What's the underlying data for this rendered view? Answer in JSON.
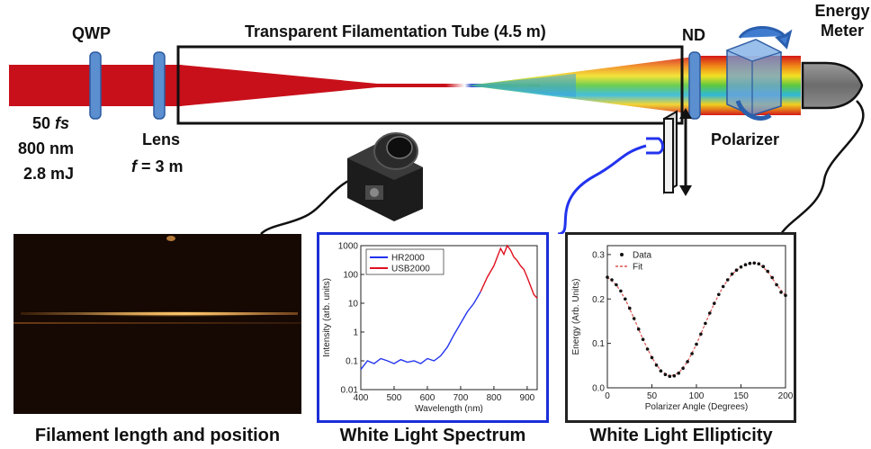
{
  "labels": {
    "qwp": "QWP",
    "tube": "Transparent Filamentation Tube (4.5 m)",
    "nd": "ND",
    "energy_meter_line1": "Energy",
    "energy_meter_line2": "Meter",
    "pulse_duration_value": "50 ",
    "pulse_duration_unit": "fs",
    "wavelength": "800 nm",
    "energy": "2.8 mJ",
    "lens": "Lens",
    "focal_f": "f",
    "focal_rest": " = 3 m",
    "polarizer": "Polarizer"
  },
  "captions": {
    "filament": "Filament length and position",
    "spectrum": "White Light Spectrum",
    "ellipticity": "White Light Ellipticity"
  },
  "colors": {
    "beam_red": "#c8101a",
    "spectrum_frame": "#1a2ed8",
    "hr2000": "#2233ee",
    "usb2000": "#e01020",
    "fit": "#e05050",
    "optic_blue": "#5b8fd0"
  },
  "spectrum_chart": {
    "type": "line",
    "xlabel": "Wavelength (nm)",
    "ylabel": "Intensity (arb. units)",
    "x_ticks": [
      "400",
      "500",
      "600",
      "700",
      "800",
      "900"
    ],
    "y_ticks": [
      "0.01",
      "0.1",
      "1",
      "10",
      "100",
      "1000"
    ],
    "legend": [
      "HR2000",
      "USB2000"
    ]
  },
  "ellipticity_chart": {
    "type": "scatter",
    "xlabel": "Polarizer Angle (Degrees)",
    "ylabel": "Energy (Arb. Units)",
    "x_ticks": [
      "0",
      "50",
      "100",
      "150",
      "200"
    ],
    "y_ticks": [
      "0.0",
      "0.1",
      "0.2",
      "0.3"
    ],
    "legend": [
      "Data",
      "Fit"
    ]
  },
  "chart_data": [
    {
      "type": "line",
      "title": "White Light Spectrum",
      "xlabel": "Wavelength (nm)",
      "ylabel": "Intensity (arb. units)",
      "xlim": [
        400,
        930
      ],
      "ylim": [
        0.01,
        1000
      ],
      "y_scale": "log",
      "legend_position": "top-left",
      "series": [
        {
          "name": "HR2000",
          "x": [
            400,
            420,
            440,
            460,
            480,
            500,
            520,
            540,
            560,
            580,
            600,
            620,
            640,
            660,
            680,
            700,
            720,
            740,
            760
          ],
          "values": [
            0.05,
            0.1,
            0.08,
            0.12,
            0.1,
            0.08,
            0.11,
            0.09,
            0.1,
            0.08,
            0.12,
            0.1,
            0.15,
            0.3,
            0.8,
            2,
            5,
            10,
            25
          ]
        },
        {
          "name": "USB2000",
          "x": [
            760,
            780,
            800,
            810,
            820,
            830,
            840,
            850,
            860,
            870,
            880,
            890,
            900,
            910,
            920,
            930
          ],
          "values": [
            25,
            80,
            200,
            400,
            800,
            500,
            1000,
            700,
            400,
            300,
            200,
            150,
            80,
            40,
            20,
            15
          ]
        }
      ]
    },
    {
      "type": "scatter",
      "title": "White Light Ellipticity",
      "xlabel": "Polarizer Angle (Degrees)",
      "ylabel": "Energy (Arb. Units)",
      "xlim": [
        0,
        200
      ],
      "ylim": [
        0,
        0.32
      ],
      "legend_position": "top-left",
      "series": [
        {
          "name": "Data",
          "x": [
            0,
            5,
            10,
            15,
            20,
            25,
            30,
            35,
            40,
            45,
            50,
            55,
            60,
            65,
            70,
            75,
            80,
            85,
            90,
            95,
            100,
            105,
            110,
            115,
            120,
            125,
            130,
            135,
            140,
            145,
            150,
            155,
            160,
            165,
            170,
            175,
            180,
            185,
            190,
            195,
            200
          ],
          "values": [
            0.249,
            0.243,
            0.232,
            0.218,
            0.2,
            0.179,
            0.156,
            0.132,
            0.109,
            0.087,
            0.068,
            0.051,
            0.038,
            0.03,
            0.026,
            0.027,
            0.033,
            0.044,
            0.059,
            0.077,
            0.098,
            0.121,
            0.145,
            0.168,
            0.19,
            0.21,
            0.228,
            0.243,
            0.256,
            0.265,
            0.272,
            0.277,
            0.28,
            0.281,
            0.279,
            0.273,
            0.262,
            0.248,
            0.232,
            0.215,
            0.208
          ]
        },
        {
          "name": "Fit",
          "x": [
            0,
            10,
            20,
            30,
            40,
            50,
            60,
            70,
            80,
            90,
            100,
            110,
            120,
            130,
            140,
            150,
            160,
            170,
            180,
            190,
            200
          ],
          "values": [
            0.249,
            0.232,
            0.2,
            0.156,
            0.109,
            0.068,
            0.038,
            0.026,
            0.033,
            0.059,
            0.098,
            0.145,
            0.19,
            0.228,
            0.256,
            0.272,
            0.28,
            0.279,
            0.262,
            0.232,
            0.208
          ]
        }
      ]
    }
  ]
}
